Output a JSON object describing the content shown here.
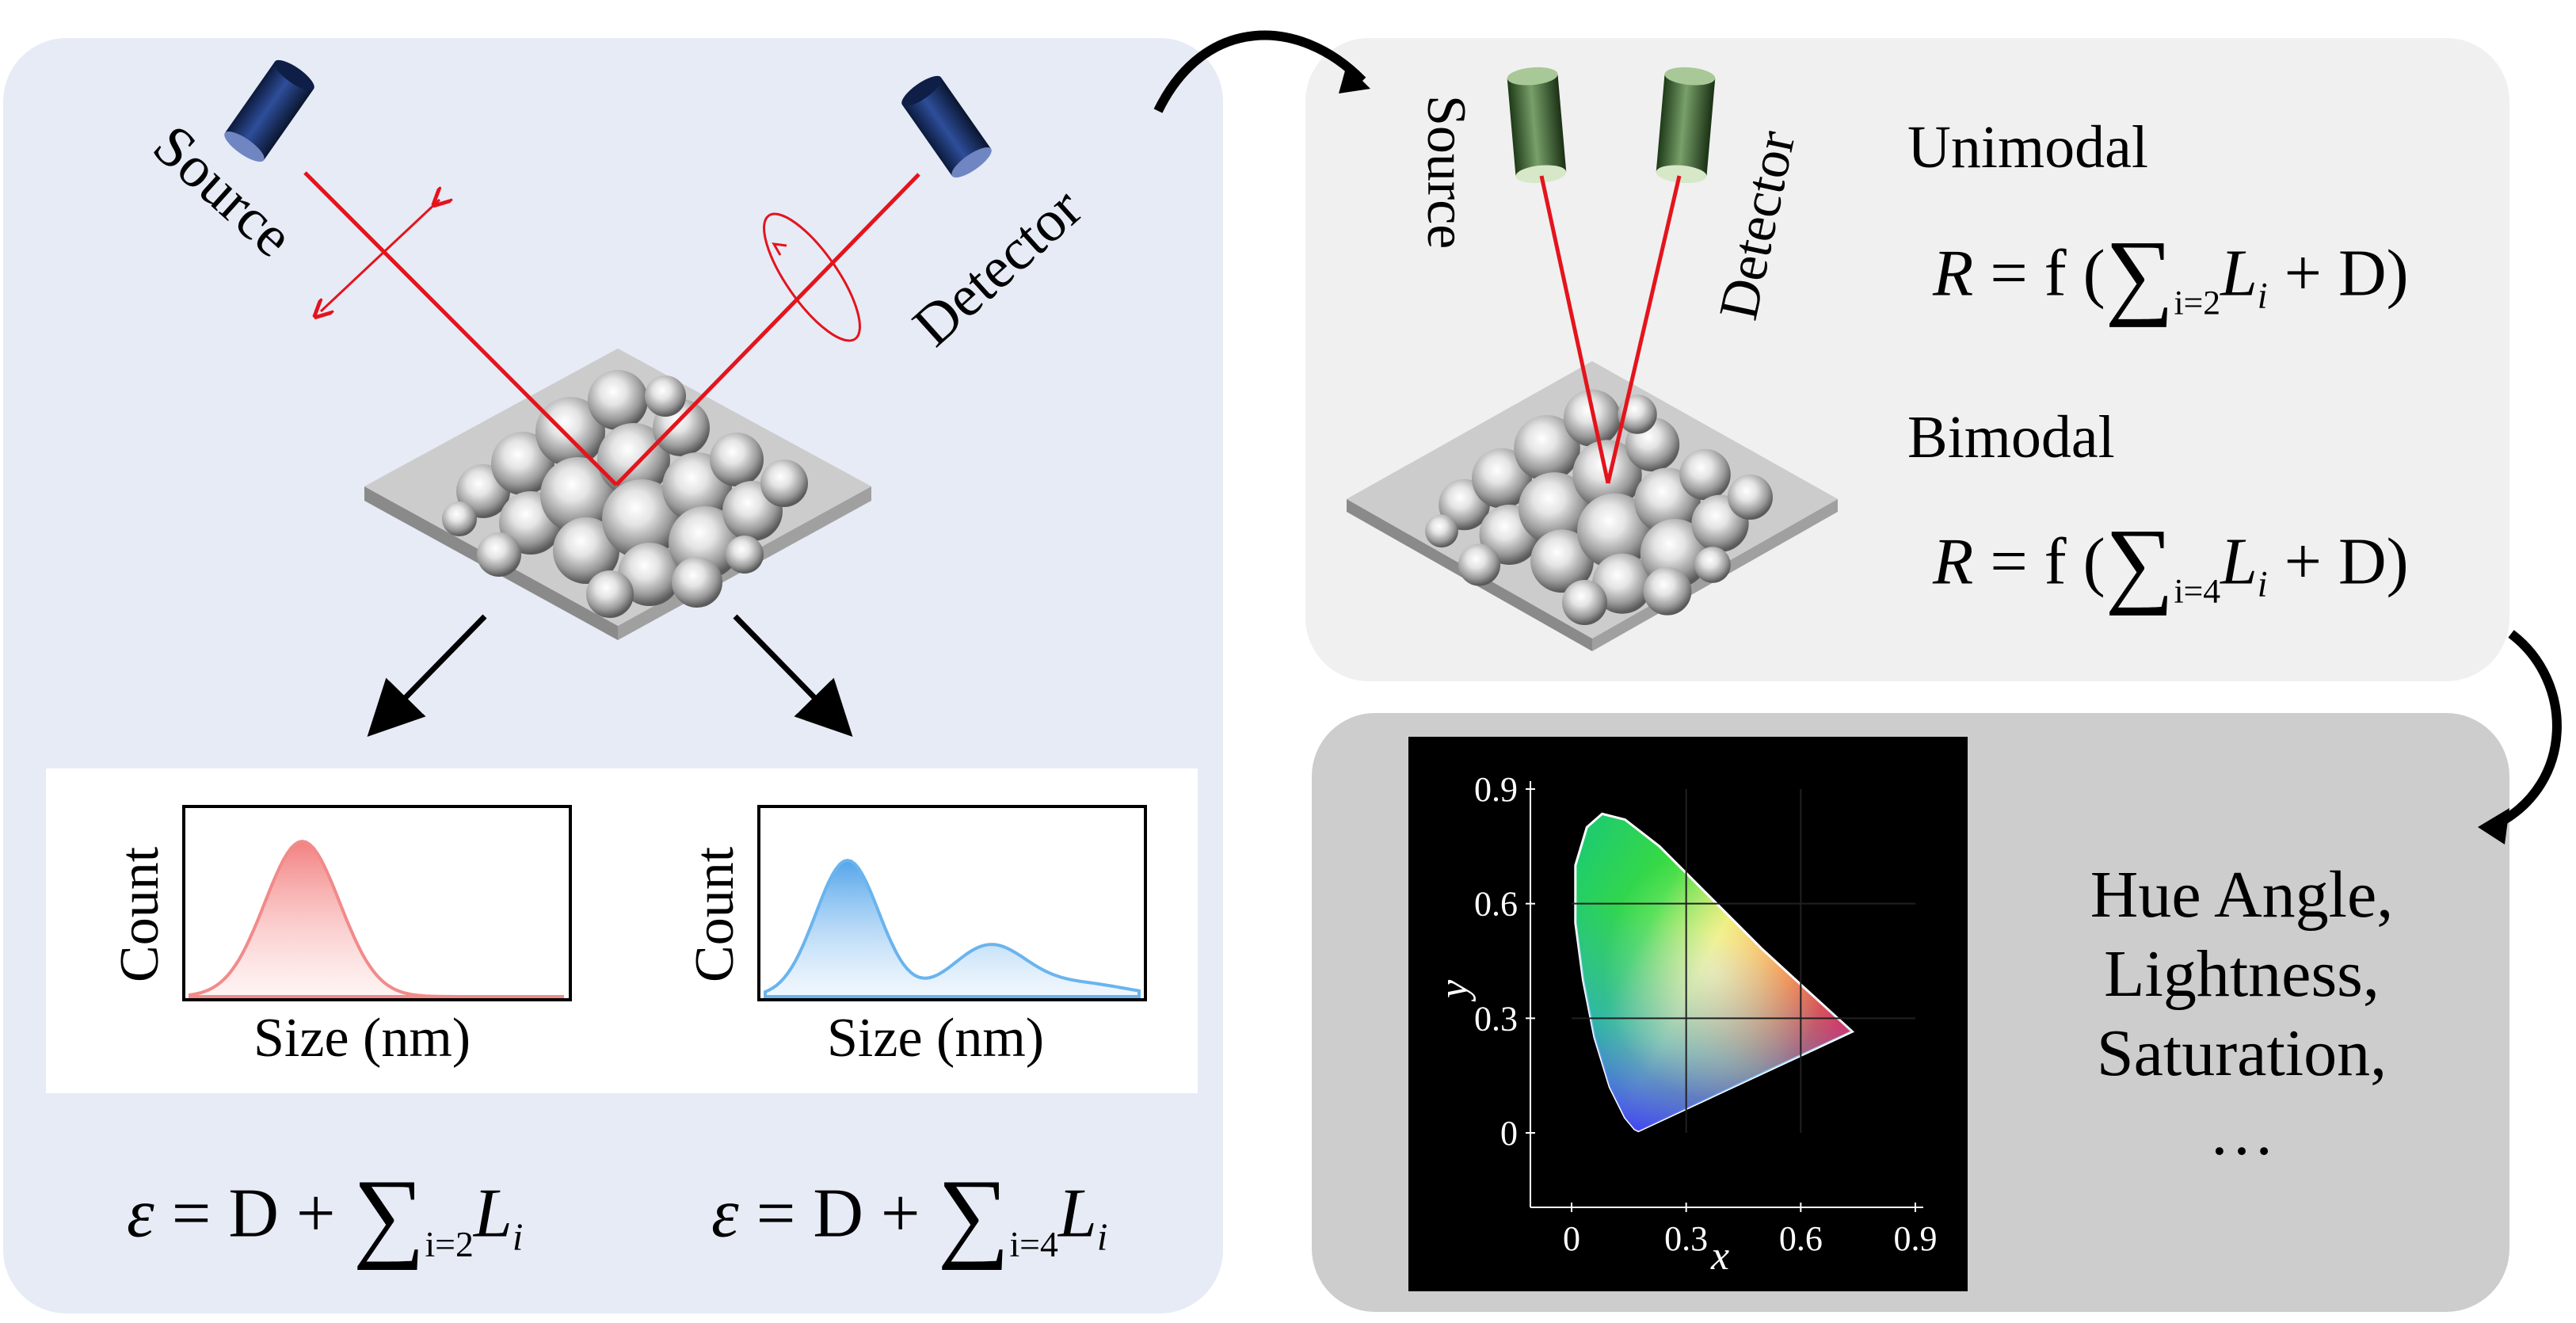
{
  "left_panel": {
    "source_label": "Source",
    "detector_label": "Detector",
    "hist_unimodal": {
      "ylabel": "Count",
      "xlabel": "Size (nm)"
    },
    "hist_bimodal": {
      "ylabel": "Count",
      "xlabel": "Size (nm)"
    },
    "eq_unimodal": {
      "lhs": "ε",
      "body": "= D +",
      "sub": "i=2",
      "term": "L",
      "term_sub": "i"
    },
    "eq_bimodal": {
      "lhs": "ε",
      "body": "= D +",
      "sub": "i=4",
      "term": "L",
      "term_sub": "i"
    }
  },
  "top_right_panel": {
    "source_label": "Source",
    "detector_label": "Detector",
    "unimodal_label": "Unimodal",
    "bimodal_label": "Bimodal",
    "eq_unimodal": {
      "lhs": "R",
      "mid": "= f (",
      "sub": "i=2",
      "term": "L",
      "term_sub": "i",
      "tail": "+ D)"
    },
    "eq_bimodal": {
      "lhs": "R",
      "mid": "= f (",
      "sub": "i=4",
      "term": "L",
      "term_sub": "i",
      "tail": "+ D)"
    }
  },
  "bottom_right_panel": {
    "properties": [
      "Hue Angle,",
      "Lightness,",
      "Saturation,",
      "…"
    ]
  },
  "chart_data": {
    "type": "chromaticity-diagram",
    "xlabel": "x",
    "ylabel": "y",
    "xlim": [
      0,
      0.9
    ],
    "ylim": [
      0,
      0.9
    ],
    "xticks": [
      "0",
      "0.3",
      "0.6",
      "0.9"
    ],
    "yticks": [
      "0",
      "0.3",
      "0.6",
      "0.9"
    ],
    "grid": true,
    "gamut_locus": [
      [
        0.175,
        0.005
      ],
      [
        0.165,
        0.01
      ],
      [
        0.14,
        0.04
      ],
      [
        0.1,
        0.12
      ],
      [
        0.06,
        0.25
      ],
      [
        0.03,
        0.4
      ],
      [
        0.01,
        0.55
      ],
      [
        0.01,
        0.7
      ],
      [
        0.04,
        0.8
      ],
      [
        0.08,
        0.835
      ],
      [
        0.14,
        0.82
      ],
      [
        0.23,
        0.75
      ],
      [
        0.35,
        0.63
      ],
      [
        0.5,
        0.48
      ],
      [
        0.62,
        0.37
      ],
      [
        0.735,
        0.265
      ]
    ],
    "background": "#000000"
  },
  "colors": {
    "laser": "#e4141c",
    "unimodal_curve": "#f28a8a",
    "bimodal_curve": "#6ab4ee",
    "left_panel_bg": "#e6ebf6",
    "top_right_bg": "#f0f0f0",
    "bottom_right_bg": "#cdcdcd"
  }
}
